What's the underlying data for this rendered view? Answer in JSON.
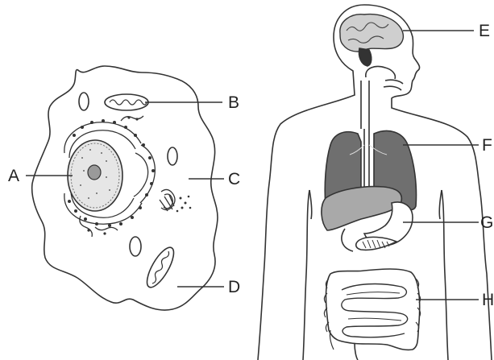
{
  "labels": {
    "a": "A",
    "b": "B",
    "c": "C",
    "d": "D",
    "e": "E",
    "f": "F",
    "g": "G",
    "h": "H"
  },
  "colors": {
    "outline": "#333333",
    "lung_fill": "#6f6f6f",
    "liver_fill": "#a9a9a9",
    "stomach_fill": "#ffffff",
    "nucleus_fill": "#e6e6e6",
    "brain_fill": "#cfcfcf"
  }
}
